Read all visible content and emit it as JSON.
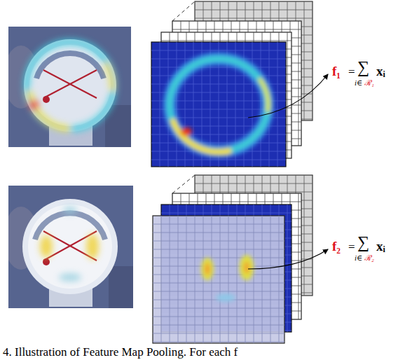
{
  "diagram": {
    "caption": "4. Illustration of Feature Map Pooling. For each f",
    "labels": [
      "f₁",
      "=",
      "∑",
      "i∈",
      "ℛ₁",
      "xᵢ",
      "f₂",
      "=",
      "∑",
      "i∈",
      "ℛ₂",
      "xᵢ"
    ]
  }
}
